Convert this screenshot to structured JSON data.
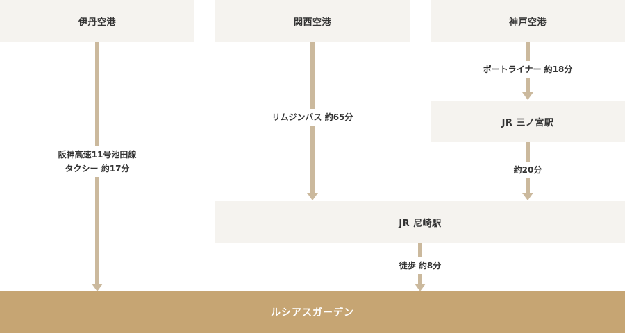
{
  "origins": {
    "itami": "伊丹空港",
    "kansai": "関西空港",
    "kobe": "神戸空港"
  },
  "stations": {
    "sannomiya": "JR 三ノ宮駅",
    "amagasaki": "JR 尼崎駅"
  },
  "destination": "ルシアスガーデン",
  "routes": {
    "itami_line1": "阪神高速11号池田線",
    "itami_line2": "タクシー 約17分",
    "kansai": "リムジンバス 約65分",
    "kobe_portliner": "ポートライナー 約18分",
    "sannomiya_to_amagasaki": "約20分",
    "amagasaki_walk": "徒歩 約8分"
  },
  "colors": {
    "box_bg": "#f5f3ef",
    "arrow": "#cbb99d",
    "destination_bg": "#c6a573"
  }
}
